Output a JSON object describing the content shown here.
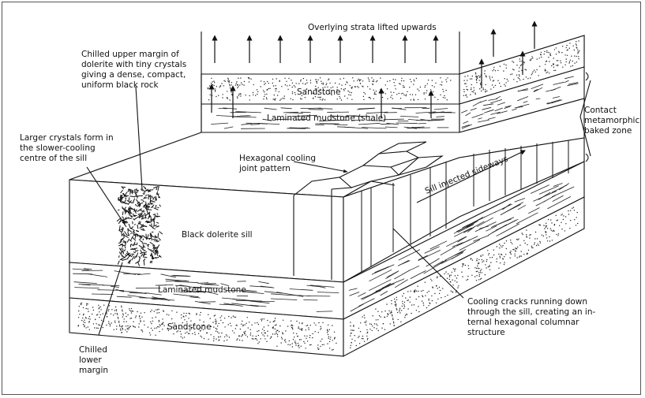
{
  "labels": {
    "overlying": "Overlying strata lifted upwards",
    "chilled_upper": [
      "Chilled upper margin of",
      "dolerite with tiny crystals",
      "giving a dense, compact,",
      "uniform black rock"
    ],
    "sandstone_top": "Sandstone",
    "mudstone_top": "Laminated mudstone (shale)",
    "contact": [
      "Contact",
      "metamorphic",
      "baked zone"
    ],
    "larger_crystals": [
      "Larger crystals form in",
      "the slower-cooling",
      "centre of the sill"
    ],
    "hexagonal": [
      "Hexagonal cooling",
      "joint pattern"
    ],
    "sill_injected": "Sill injected sideways",
    "black_dolerite": "Black dolerite sill",
    "mudstone_bottom": "Laminated mudstone",
    "sandstone_bottom": "Sandstone",
    "chilled_lower": [
      "Chilled",
      "lower",
      "margin"
    ],
    "cooling_cracks": [
      "Cooling cracks running down",
      "through the sill, creating an in-",
      "ternal hexagonal columnar",
      "structure"
    ]
  }
}
